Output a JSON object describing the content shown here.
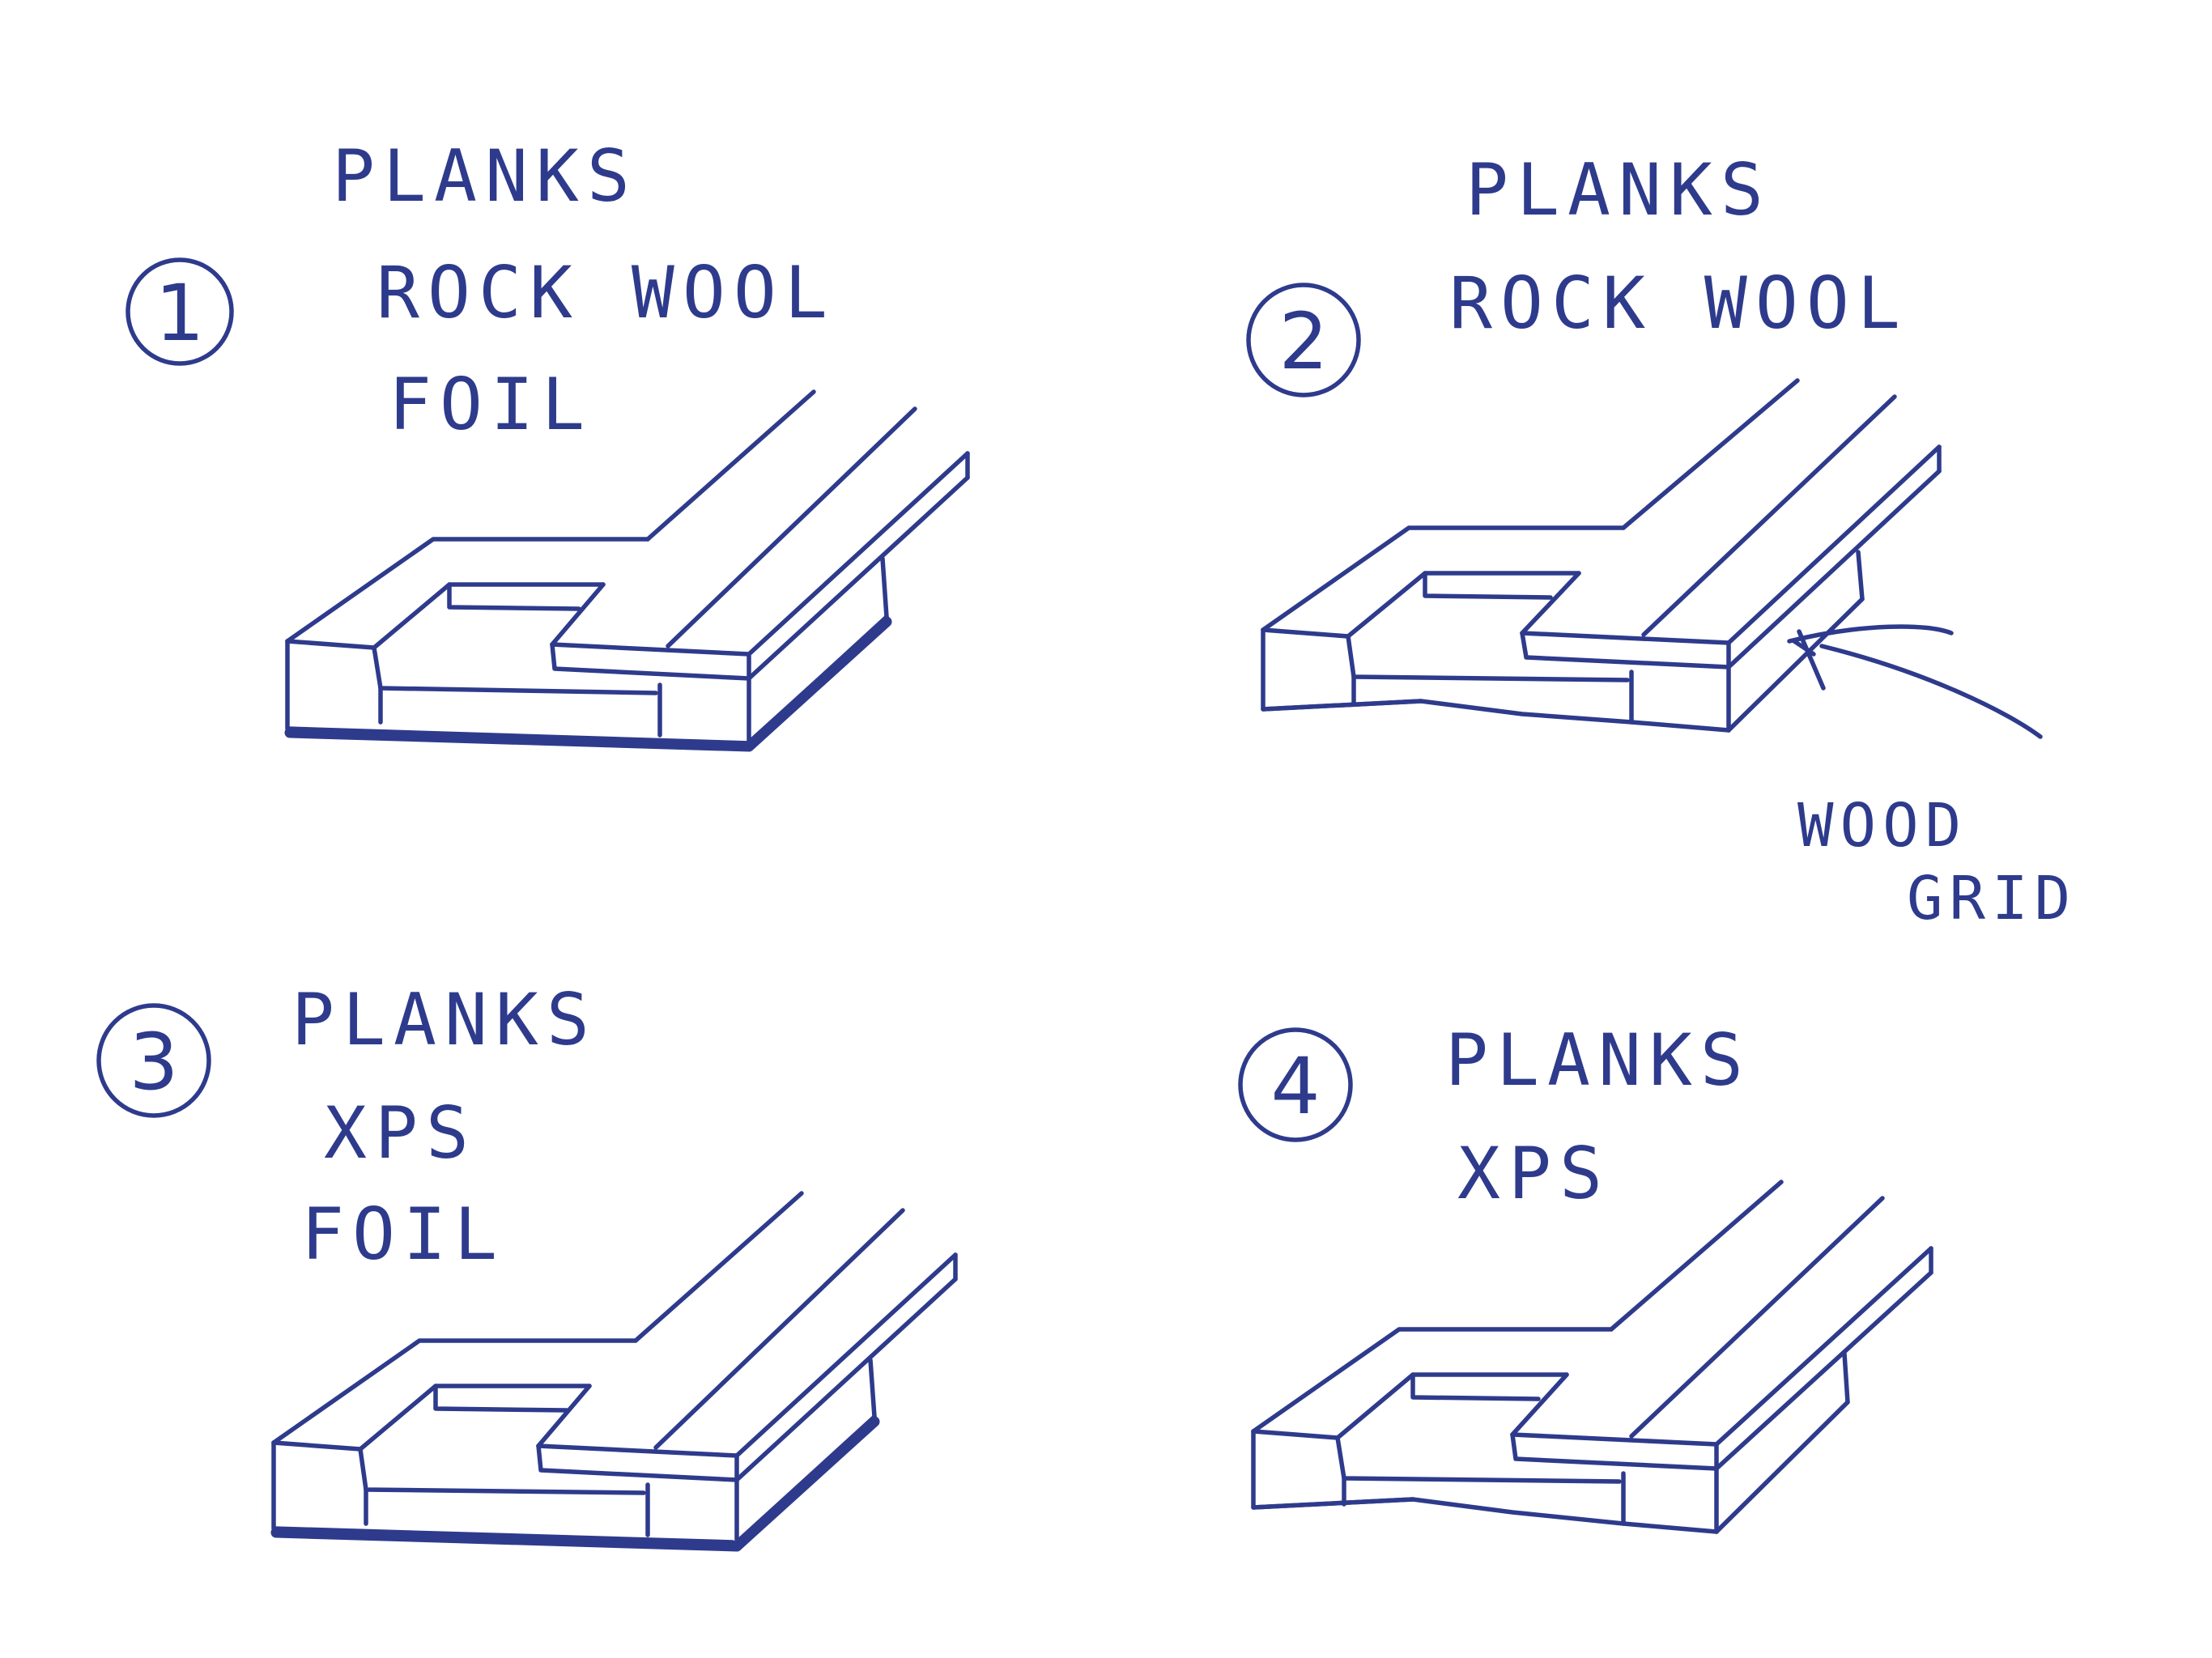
{
  "options": [
    {
      "number": "1",
      "layers": [
        "PLANKS",
        "ROCK WOOL",
        "FOIL"
      ],
      "thick_base": true
    },
    {
      "number": "2",
      "layers": [
        "PLANKS",
        "ROCK WOOL"
      ],
      "thick_base": false
    },
    {
      "number": "3",
      "layers": [
        "PLANKS",
        "XPS",
        "FOIL"
      ],
      "thick_base": true
    },
    {
      "number": "4",
      "layers": [
        "PLANKS",
        "XPS"
      ],
      "thick_base": false
    }
  ],
  "annotation": {
    "line1": "WOOD",
    "line2": "GRID"
  },
  "colors": {
    "ink": "#2e3b8c",
    "paper": "#ffffff"
  }
}
